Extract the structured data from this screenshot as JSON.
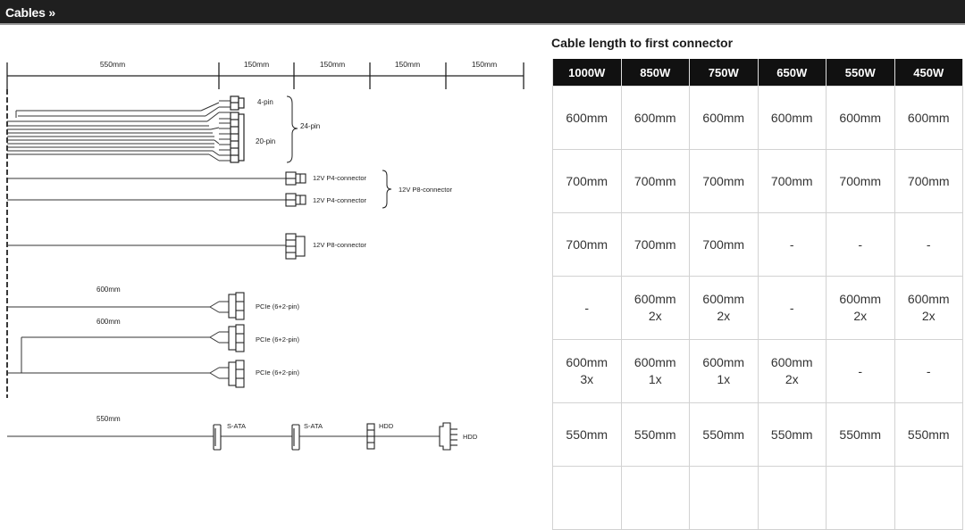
{
  "header": {
    "title": "Cables »"
  },
  "diagram": {
    "ruler": [
      "550mm",
      "150mm",
      "150mm",
      "150mm",
      "150mm"
    ],
    "labels": {
      "four_pin": "4-pin",
      "twenty_pin": "20-pin",
      "twentyfour_pin": "24-pin",
      "p4_a": "12V P4-connector",
      "p4_b": "12V P4-connector",
      "p8_group": "12V P8-connector",
      "p8_single": "12V P8-connector",
      "pcie_len_1": "600mm",
      "pcie_1": "PCIe (6+2-pin)",
      "pcie_len_2": "600mm",
      "pcie_2": "PCIe (6+2-pin)",
      "pcie_3": "PCIe (6+2-pin)",
      "sata_len": "550mm",
      "sata_1": "S-ATA",
      "sata_2": "S-ATA",
      "hdd_1": "HDD",
      "hdd_2": "HDD"
    }
  },
  "table": {
    "title": "Cable length to first connector",
    "columns": [
      "1000W",
      "850W",
      "750W",
      "650W",
      "550W",
      "450W"
    ],
    "rows": [
      [
        [
          "600mm"
        ],
        [
          "600mm"
        ],
        [
          "600mm"
        ],
        [
          "600mm"
        ],
        [
          "600mm"
        ],
        [
          "600mm"
        ]
      ],
      [
        [
          "700mm"
        ],
        [
          "700mm"
        ],
        [
          "700mm"
        ],
        [
          "700mm"
        ],
        [
          "700mm"
        ],
        [
          "700mm"
        ]
      ],
      [
        [
          "700mm"
        ],
        [
          "700mm"
        ],
        [
          "700mm"
        ],
        [
          "-"
        ],
        [
          "-"
        ],
        [
          "-"
        ]
      ],
      [
        [
          "-"
        ],
        [
          "600mm",
          "2x"
        ],
        [
          "600mm",
          "2x"
        ],
        [
          "-"
        ],
        [
          "600mm",
          "2x"
        ],
        [
          "600mm",
          "2x"
        ]
      ],
      [
        [
          "600mm",
          "3x"
        ],
        [
          "600mm",
          "1x"
        ],
        [
          "600mm",
          "1x"
        ],
        [
          "600mm",
          "2x"
        ],
        [
          "-"
        ],
        [
          "-"
        ]
      ],
      [
        [
          "550mm"
        ],
        [
          "550mm"
        ],
        [
          "550mm"
        ],
        [
          "550mm"
        ],
        [
          "550mm"
        ],
        [
          "550mm"
        ]
      ],
      [
        [
          ""
        ],
        [
          ""
        ],
        [
          ""
        ],
        [
          ""
        ],
        [
          ""
        ],
        [
          ""
        ]
      ]
    ]
  }
}
